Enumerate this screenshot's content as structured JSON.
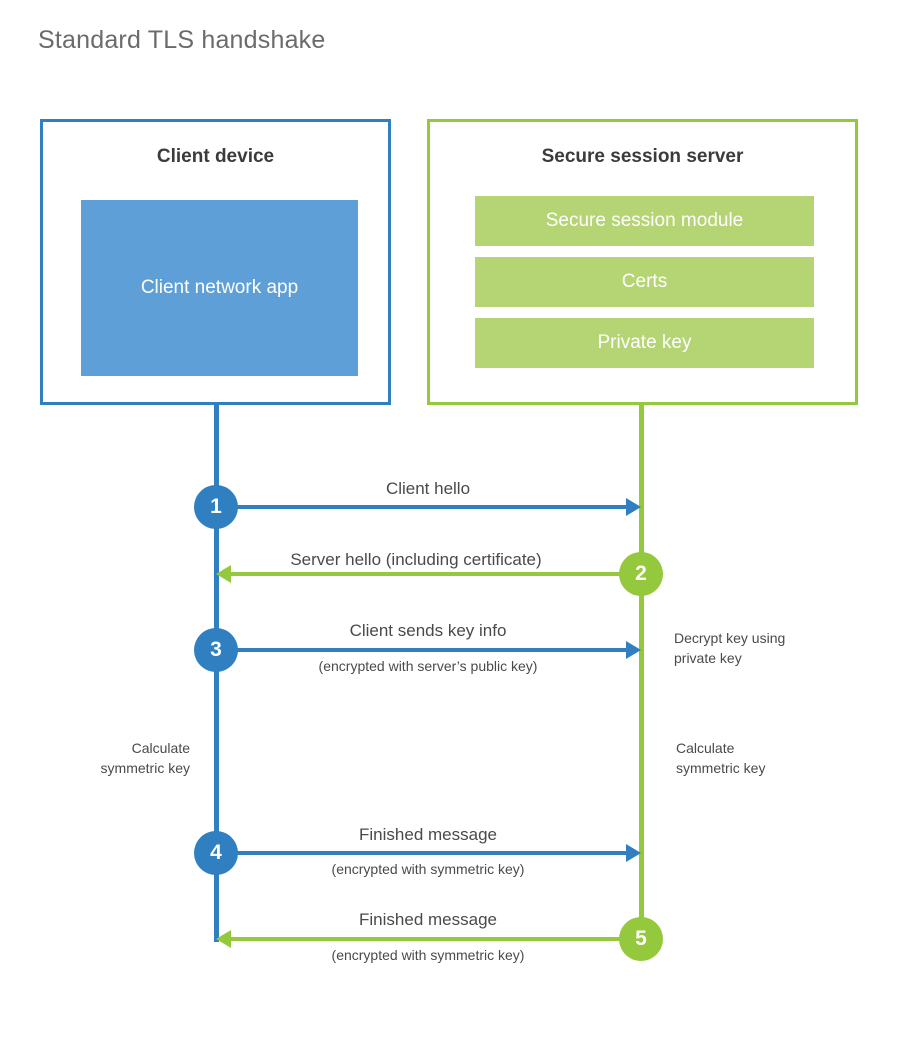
{
  "title": "Standard TLS handshake",
  "colors": {
    "client_blue": "#2f7fc1",
    "client_app_fill": "#5e9fd8",
    "server_green": "#95c93d",
    "server_bar_fill": "#b5d473",
    "text_gray": "#4a4a4a",
    "title_gray": "#6b6b6b",
    "heading_dark": "#3b3b3b"
  },
  "client": {
    "title": "Client device",
    "app_label": "Client network app"
  },
  "server": {
    "title": "Secure session server",
    "bars": [
      {
        "label": "Secure session module"
      },
      {
        "label": "Certs"
      },
      {
        "label": "Private key"
      }
    ]
  },
  "steps": [
    {
      "number": "1",
      "label": "Client hello",
      "sub": "",
      "direction": "client-to-server",
      "color": "blue"
    },
    {
      "number": "2",
      "label": "Server hello (including certificate)",
      "sub": "",
      "direction": "server-to-client",
      "color": "green"
    },
    {
      "number": "3",
      "label": "Client sends key info",
      "sub": "(encrypted with server’s public key)",
      "direction": "client-to-server",
      "color": "blue"
    },
    {
      "number": "4",
      "label": "Finished message",
      "sub": "(encrypted with symmetric key)",
      "direction": "client-to-server",
      "color": "blue"
    },
    {
      "number": "5",
      "label": "Finished message",
      "sub": "(encrypted with symmetric key)",
      "direction": "server-to-client",
      "color": "green"
    }
  ],
  "notes": {
    "decrypt_key": "Decrypt key using\nprivate key",
    "decrypt_key_line1": "Decrypt key using",
    "decrypt_key_line2": "private key",
    "client_calculate_line1": "Calculate",
    "client_calculate_line2": "symmetric key",
    "server_calculate_line1": "Calculate",
    "server_calculate_line2": "symmetric key"
  }
}
